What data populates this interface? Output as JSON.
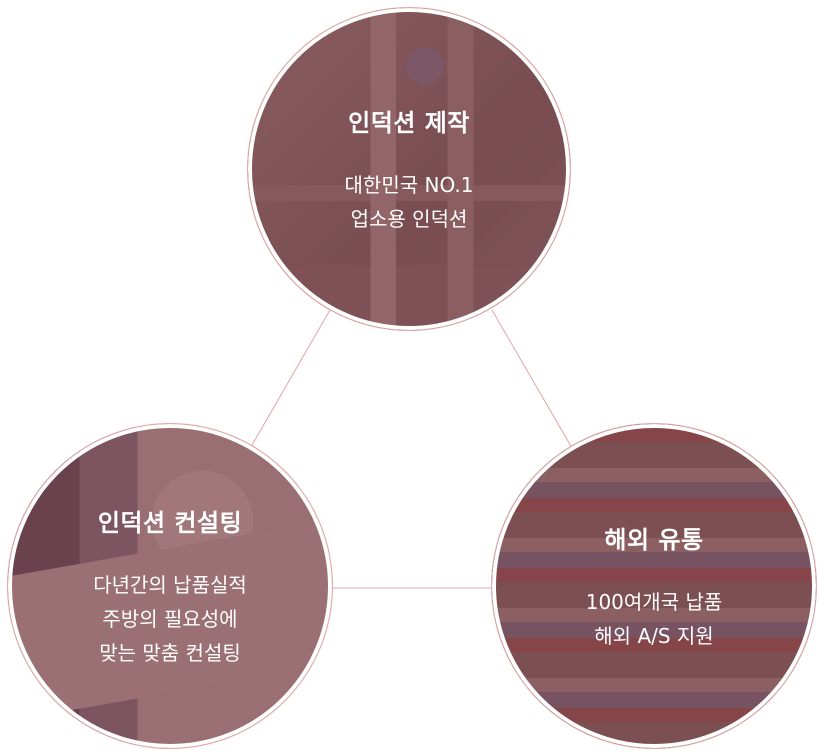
{
  "colors": {
    "connector": "#e6a4a6",
    "tint": "#82484e",
    "text": "#ffffff"
  },
  "nodes": {
    "top": {
      "title": "인덕션 제작",
      "lines": [
        "대한민국 NO.1",
        "업소용 인덕션"
      ]
    },
    "left": {
      "title": "인덕션 컨설팅",
      "lines": [
        "다년간의 납품실적",
        "주방의 필요성에",
        "맞는 맞춤 컨설팅"
      ]
    },
    "right": {
      "title": "해외 유통",
      "lines": [
        "100여개국 납품",
        "해외 A/S 지원"
      ]
    }
  }
}
